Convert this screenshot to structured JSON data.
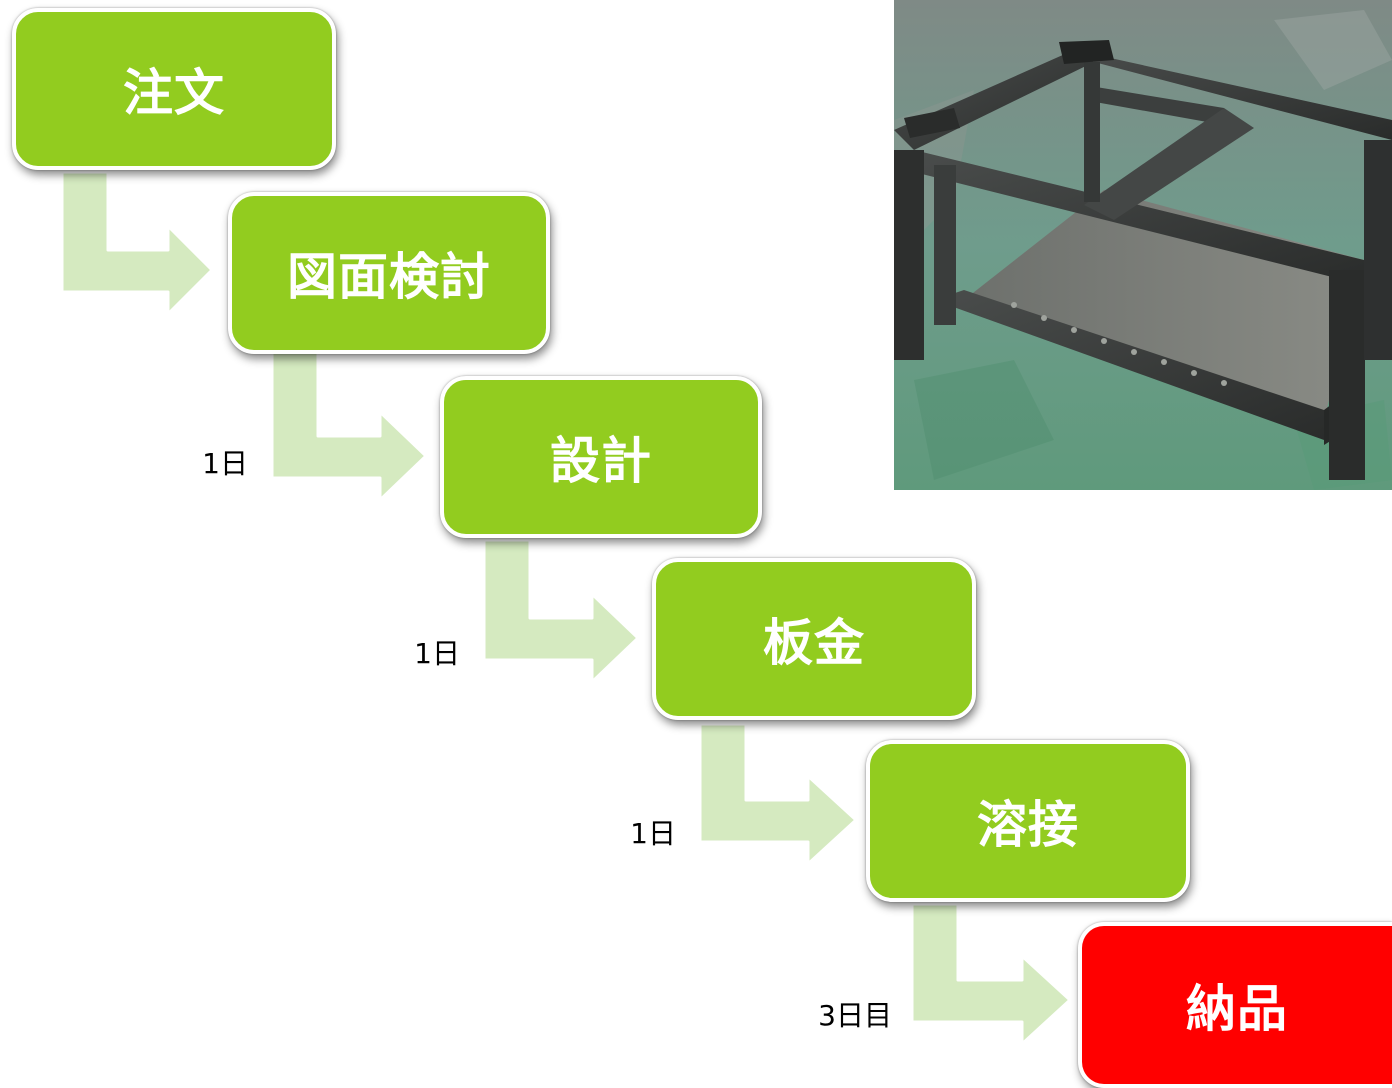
{
  "steps": [
    {
      "id": "order",
      "label": "注文",
      "color": "#92cc1f"
    },
    {
      "id": "drawing-review",
      "label": "図面検討",
      "color": "#92cc1f"
    },
    {
      "id": "design",
      "label": "設計",
      "color": "#92cc1f"
    },
    {
      "id": "sheet-metal",
      "label": "板金",
      "color": "#92cc1f"
    },
    {
      "id": "welding",
      "label": "溶接",
      "color": "#92cc1f"
    },
    {
      "id": "delivery",
      "label": "納品",
      "color": "#ff0000"
    }
  ],
  "durations": [
    {
      "label": "1日"
    },
    {
      "label": "1日"
    },
    {
      "label": "1日"
    },
    {
      "label": "3日目"
    }
  ],
  "colors": {
    "step_green": "#92cc1f",
    "step_final": "#ff0000",
    "arrow_fill": "#d5eac0"
  },
  "photo": {
    "subject": "welded-steel-frame-photo"
  }
}
